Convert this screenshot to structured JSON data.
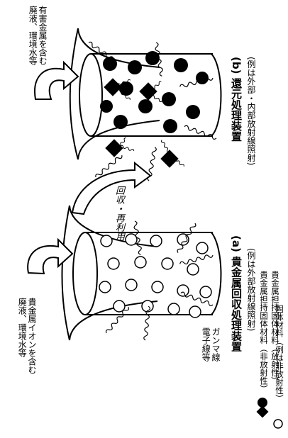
{
  "colors": {
    "ink": "#000000",
    "background": "#ffffff"
  },
  "top_input": {
    "line1": "有害金属を含む",
    "line2": "廃液、環境水等"
  },
  "bottom_input": {
    "line1": "貴金属イオンを含む",
    "line2": "廃液、環境水等"
  },
  "recycle_label": "回収・再利用",
  "radiation_label": {
    "line1": "ガンマ線",
    "line2": "電子線等"
  },
  "device_b": {
    "title": "(b) 還元処理装置",
    "subtitle": "(例は外部・内部放射線照射)"
  },
  "device_a": {
    "title": "(a) 貴金属回収処理装置",
    "subtitle": "(例は外部放射線照射)"
  },
  "legend": {
    "circle_filled": "貴金属担持固体材料（非放射性）",
    "diamond_filled": "貴金属担持固体材料（放射性）",
    "circle_open": "固体材料（例は非放射性）"
  }
}
